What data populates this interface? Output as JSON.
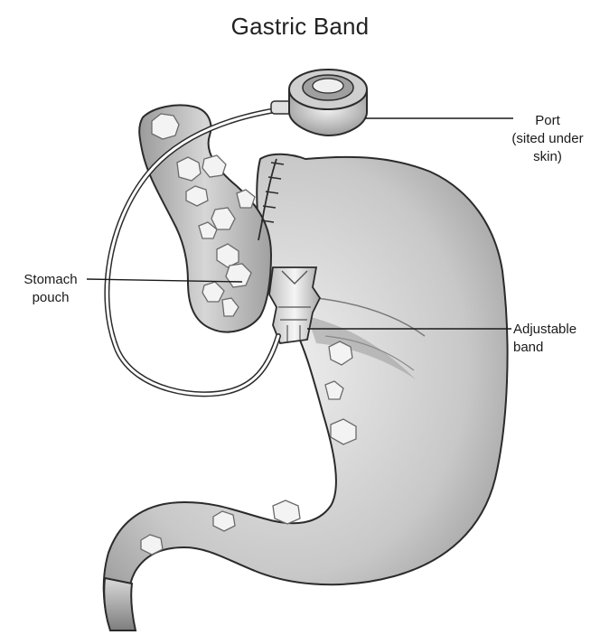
{
  "title": "Gastric Band",
  "labels": {
    "port": [
      "Port",
      "(sited under",
      "skin)"
    ],
    "stomach_pouch": [
      "Stomach",
      "pouch"
    ],
    "adjustable_band": [
      "Adjustable",
      "band"
    ]
  },
  "colors": {
    "stomach_light": "#e4e4e4",
    "stomach_dark": "#8c8c8c",
    "outline": "#2b2b2b",
    "food": "#f2f2f2"
  }
}
